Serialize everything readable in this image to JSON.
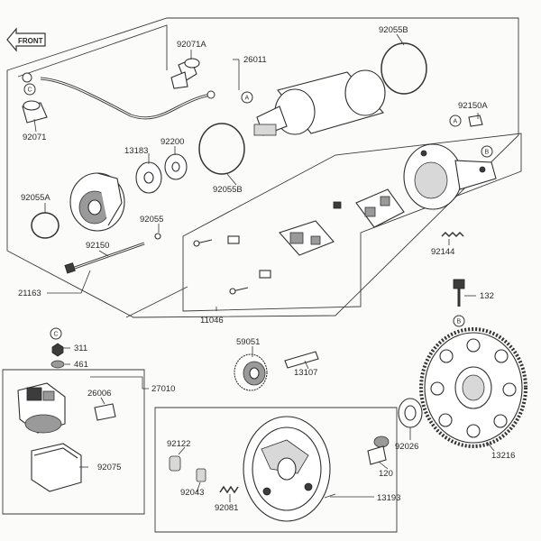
{
  "front_label": "FRONT",
  "parts": {
    "p92071A": "92071A",
    "p26011": "26011",
    "p92055B_top": "92055B",
    "p92071": "92071",
    "p13183": "13183",
    "p92200": "92200",
    "p92150A": "92150A",
    "p92055B_mid": "92055B",
    "p92055A": "92055A",
    "p92055": "92055",
    "p92150": "92150",
    "p92144": "92144",
    "p21163": "21163",
    "p132": "132",
    "p11046": "11046",
    "p311": "311",
    "p461": "461",
    "p59051": "59051",
    "p13107": "13107",
    "p27010": "27010",
    "p26006": "26006",
    "p92075": "92075",
    "p92122": "92122",
    "p92043": "92043",
    "p92081": "92081",
    "p92026": "92026",
    "p13216": "13216",
    "p120": "120",
    "p13193": "13193"
  },
  "markers": {
    "a1": "A",
    "a2": "A",
    "b1": "B",
    "b2": "B",
    "c1": "C",
    "c2": "C"
  }
}
